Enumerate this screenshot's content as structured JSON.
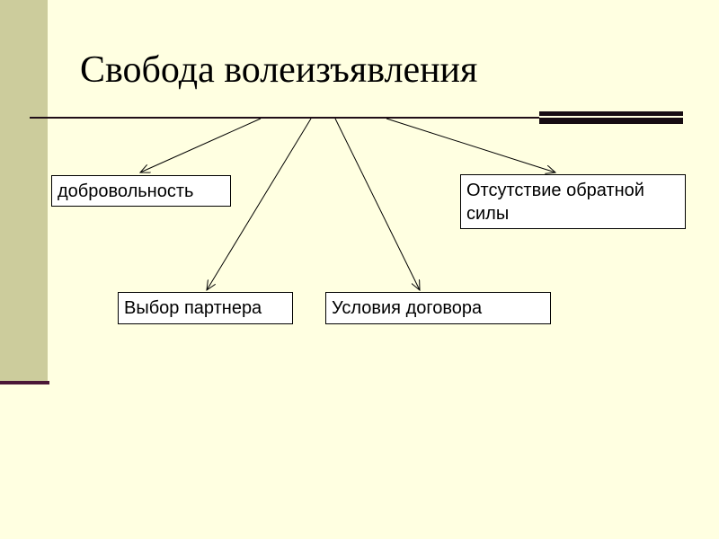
{
  "slide": {
    "title": "Свобода волеизъявления"
  },
  "diagram": {
    "root": "Свобода волеизъявления",
    "branches": [
      {
        "label": "добровольность"
      },
      {
        "label": "Выбор партнера"
      },
      {
        "label": "Условия договора"
      },
      {
        "label": "Отсутствие обратной силы"
      }
    ]
  },
  "colors": {
    "background": "#FFFFE1",
    "side_band": "#CCCC9C",
    "accent_rule": "#4A1736",
    "box_fill": "#FFFFFF",
    "text": "#000000"
  }
}
